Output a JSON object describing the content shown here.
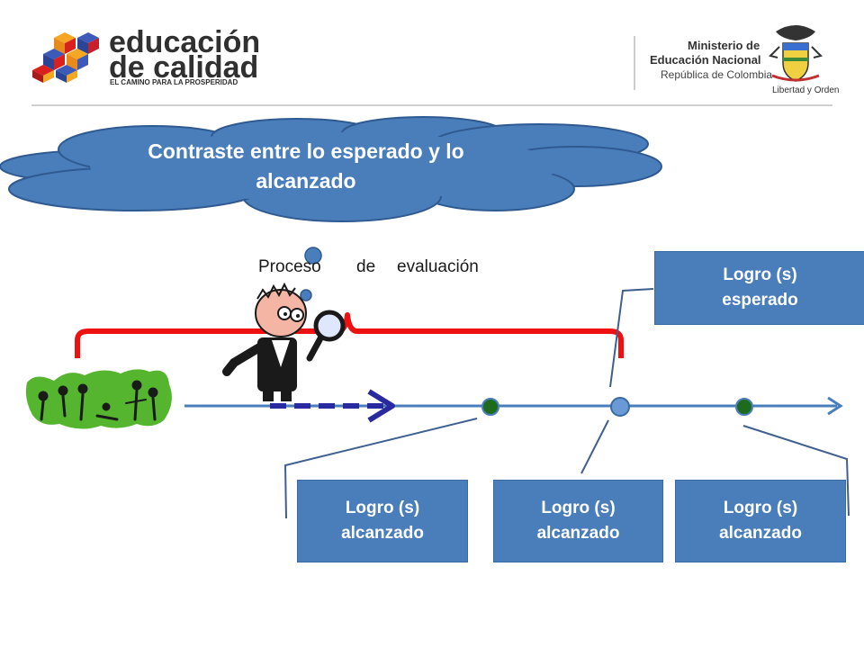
{
  "header": {
    "brand_line1": "educación",
    "brand_line2": "de calidad",
    "brand_tagline": "EL CAMINO PARA LA PROSPERIDAD",
    "ministry_line1": "Ministerio de",
    "ministry_line2": "Educación Nacional",
    "ministry_line3": "República de Colombia",
    "motto": "Libertad y Orden"
  },
  "cloud": {
    "line1": "Contraste entre lo esperado y lo",
    "line2": "alcanzado"
  },
  "process_label": {
    "word1": "Proceso",
    "word2": "de",
    "word3": "evaluación"
  },
  "boxes": {
    "expected": {
      "line1": "Logro (s)",
      "line2": "esperado"
    },
    "achieved": [
      {
        "line1": "Logro (s)",
        "line2": "alcanzado"
      },
      {
        "line1": "Logro (s)",
        "line2": "alcanzado"
      },
      {
        "line1": "Logro (s)",
        "line2": "alcanzado"
      }
    ]
  },
  "colors": {
    "box_fill": "#4a7ebb",
    "cloud_fill": "#4a7ebb",
    "bracket": "#ee1111",
    "timeline": "#4a7ebb",
    "dashed_arrow": "#2a2aa0",
    "node_green": "#1e6b1e",
    "node_blue": "#6a9ad6",
    "people_green": "#55b52e"
  },
  "icons": {
    "people": "students-group-icon",
    "evaluator": "magnifier-person-icon",
    "crest": "coat-of-arms-icon",
    "brand_mark": "cubes-logo-icon"
  }
}
